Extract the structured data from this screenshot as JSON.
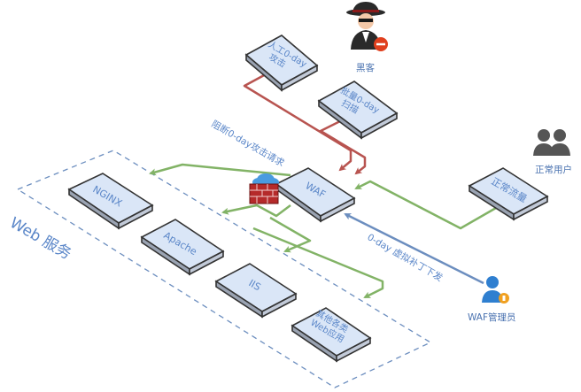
{
  "actors": {
    "hacker": "黑客",
    "normal_users": "正常用户",
    "waf_admin": "WAF管理员"
  },
  "boxes": {
    "manual_attack": [
      "人工0-day",
      "攻击"
    ],
    "batch_scan": [
      "批量0-day",
      "扫描"
    ],
    "waf": "WAF",
    "normal_traffic": "正常流量",
    "nginx": "NGINX",
    "apache": "Apache",
    "iis": "IIS",
    "other_web": [
      "其他各类",
      "Web应用"
    ]
  },
  "flows": {
    "block_request": "阻断0-day攻击请求",
    "virtual_patch": "0-day 虚拟补丁下发"
  },
  "group": {
    "web_services": "Web 服务"
  },
  "colors": {
    "attack": "#b85450",
    "normal": "#82b366",
    "admin": "#6c8ebf",
    "group_border": "#6c8ebf",
    "box_top": "#dae6f7",
    "box_side": "#9aa3b2",
    "box_stroke": "#333333"
  }
}
